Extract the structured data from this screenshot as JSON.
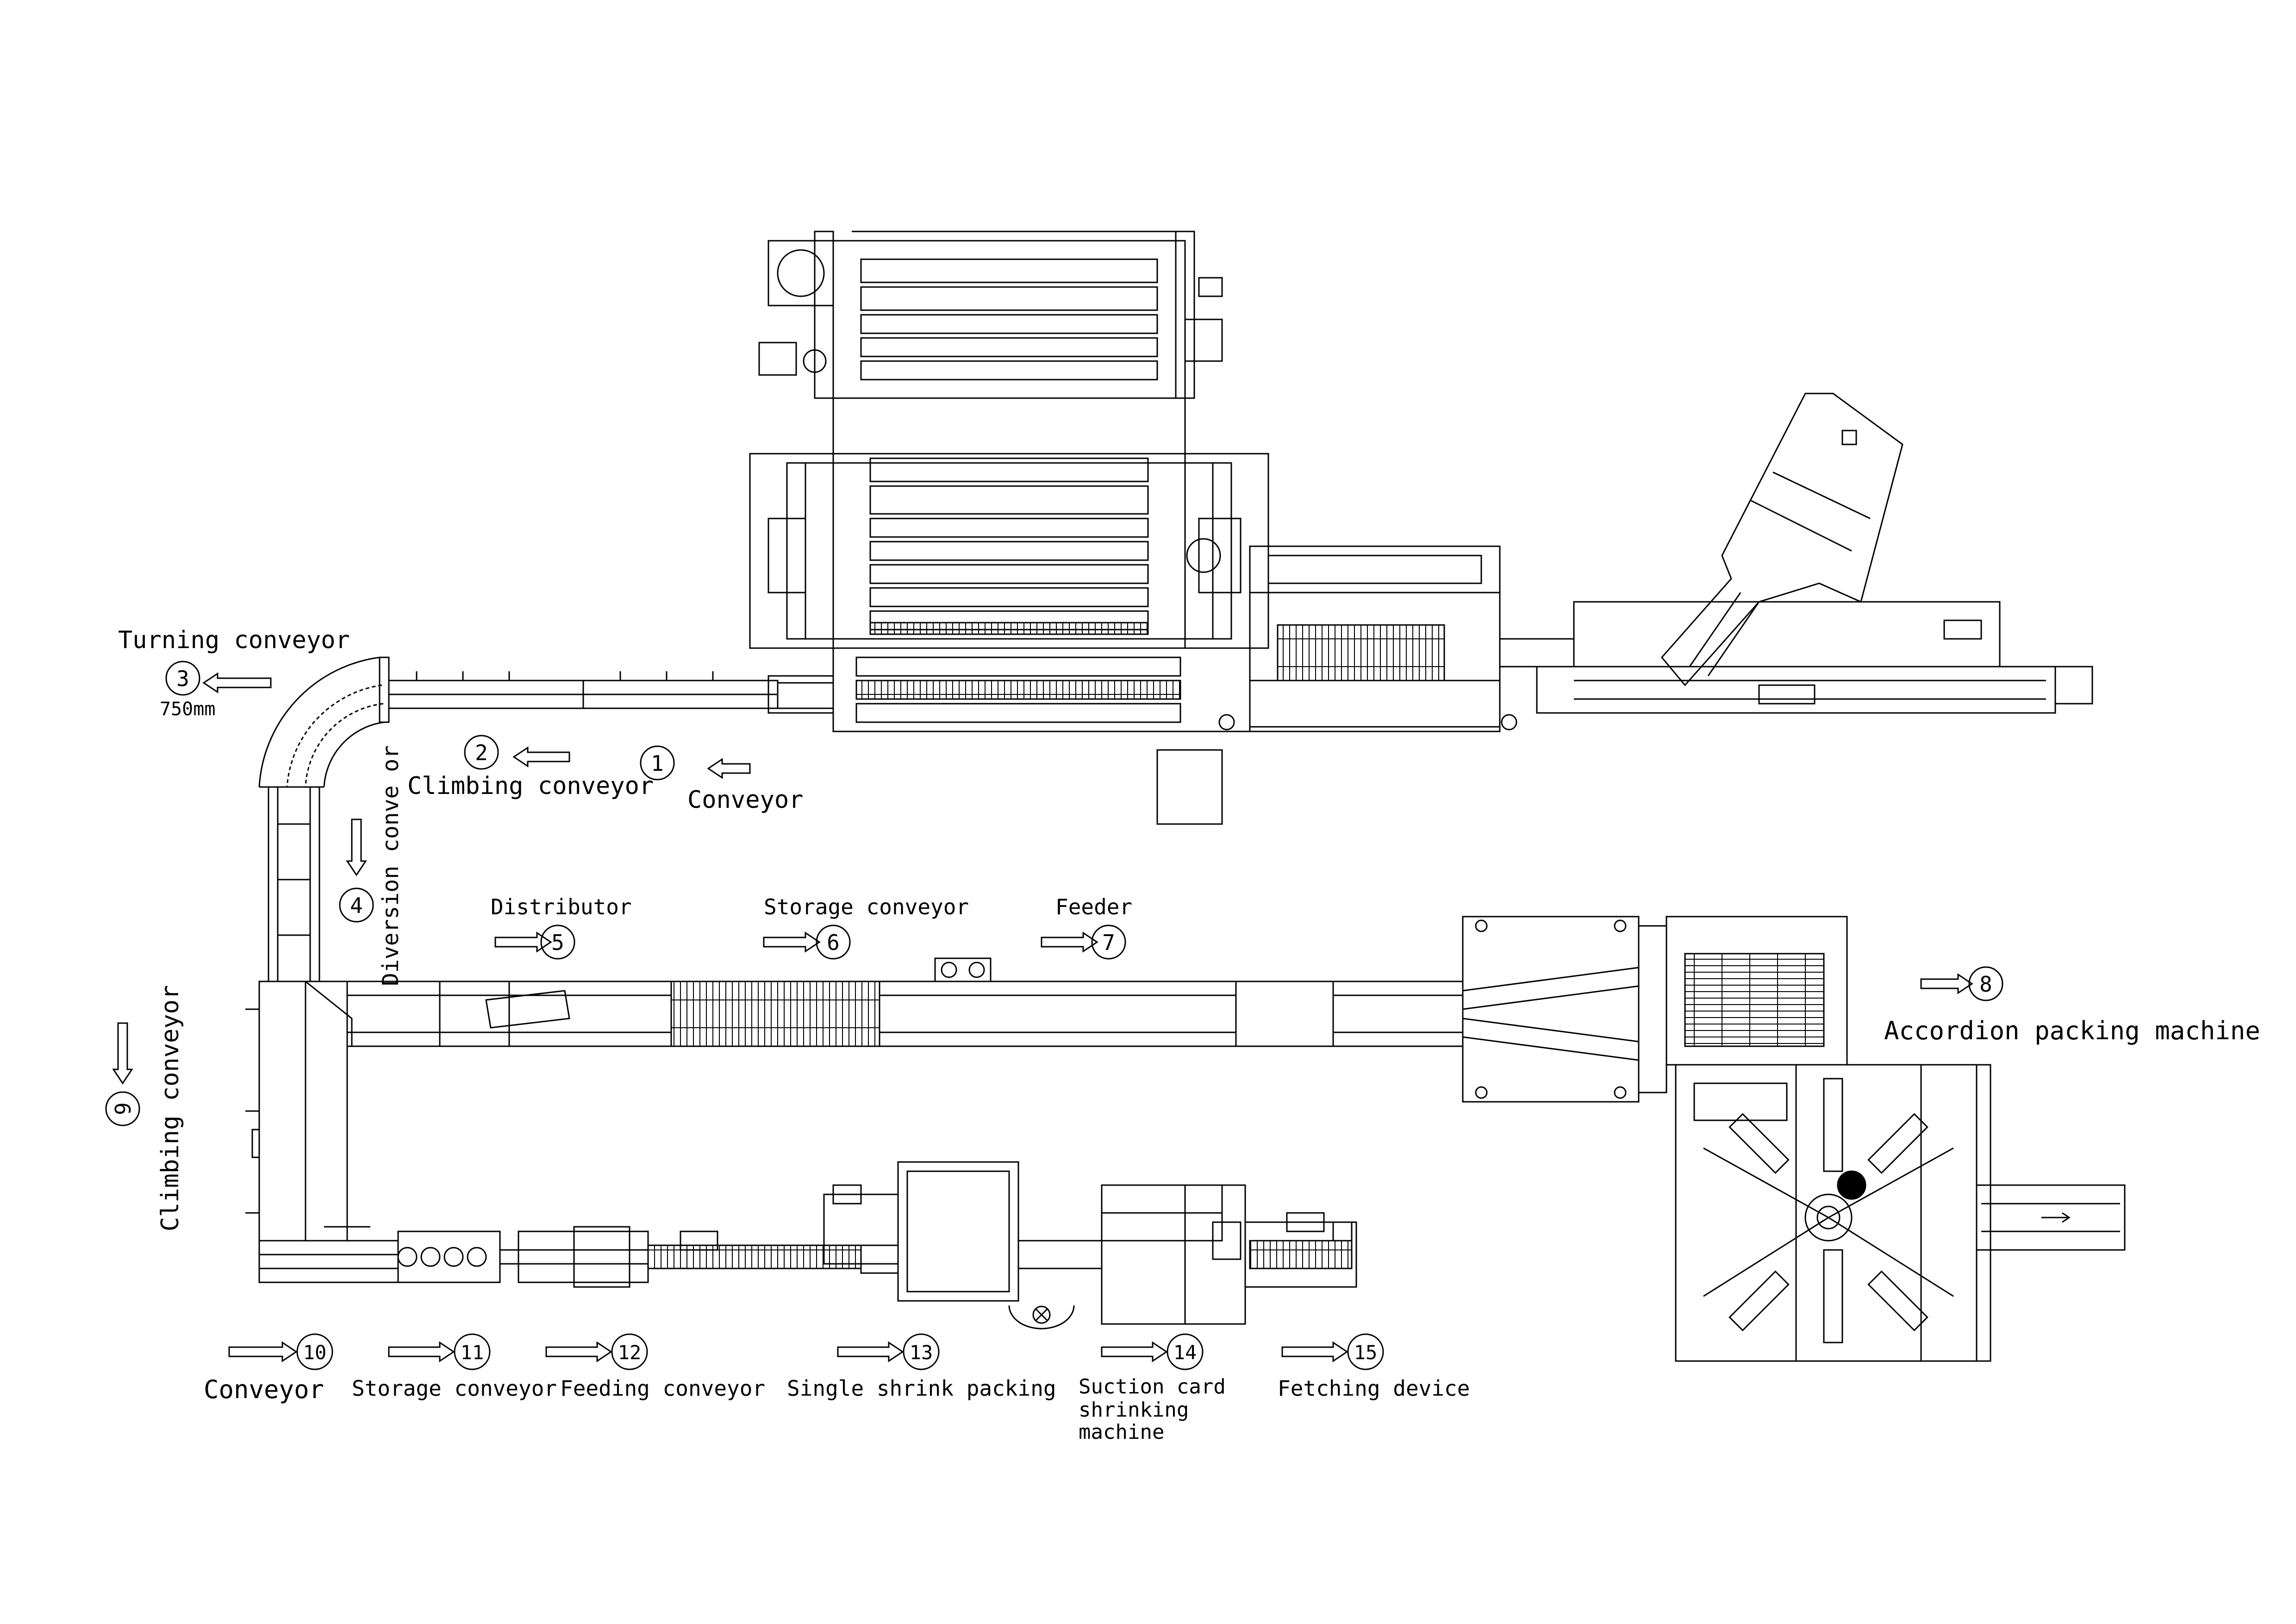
{
  "stations": [
    {
      "num": "1",
      "label": "Conveyor"
    },
    {
      "num": "2",
      "label": "Climbing conveyor"
    },
    {
      "num": "3",
      "label": "Turning conveyor",
      "sublabel": "750mm"
    },
    {
      "num": "4",
      "label": "Diversion conve or"
    },
    {
      "num": "5",
      "label": "Distributor"
    },
    {
      "num": "6",
      "label": "Storage conveyor"
    },
    {
      "num": "7",
      "label": "Feeder"
    },
    {
      "num": "8",
      "label": "Accordion packing machine"
    },
    {
      "num": "9",
      "label": "Climbing conveyor"
    },
    {
      "num": "10",
      "label": "Conveyor"
    },
    {
      "num": "11",
      "label": "Storage conveyor"
    },
    {
      "num": "12",
      "label": "Feeding conveyor"
    },
    {
      "num": "13",
      "label": "Single shrink packing"
    },
    {
      "num": "14",
      "label": "Suction card",
      "label2": "shrinking",
      "label3": "machine"
    },
    {
      "num": "15",
      "label": "Fetching device"
    }
  ]
}
